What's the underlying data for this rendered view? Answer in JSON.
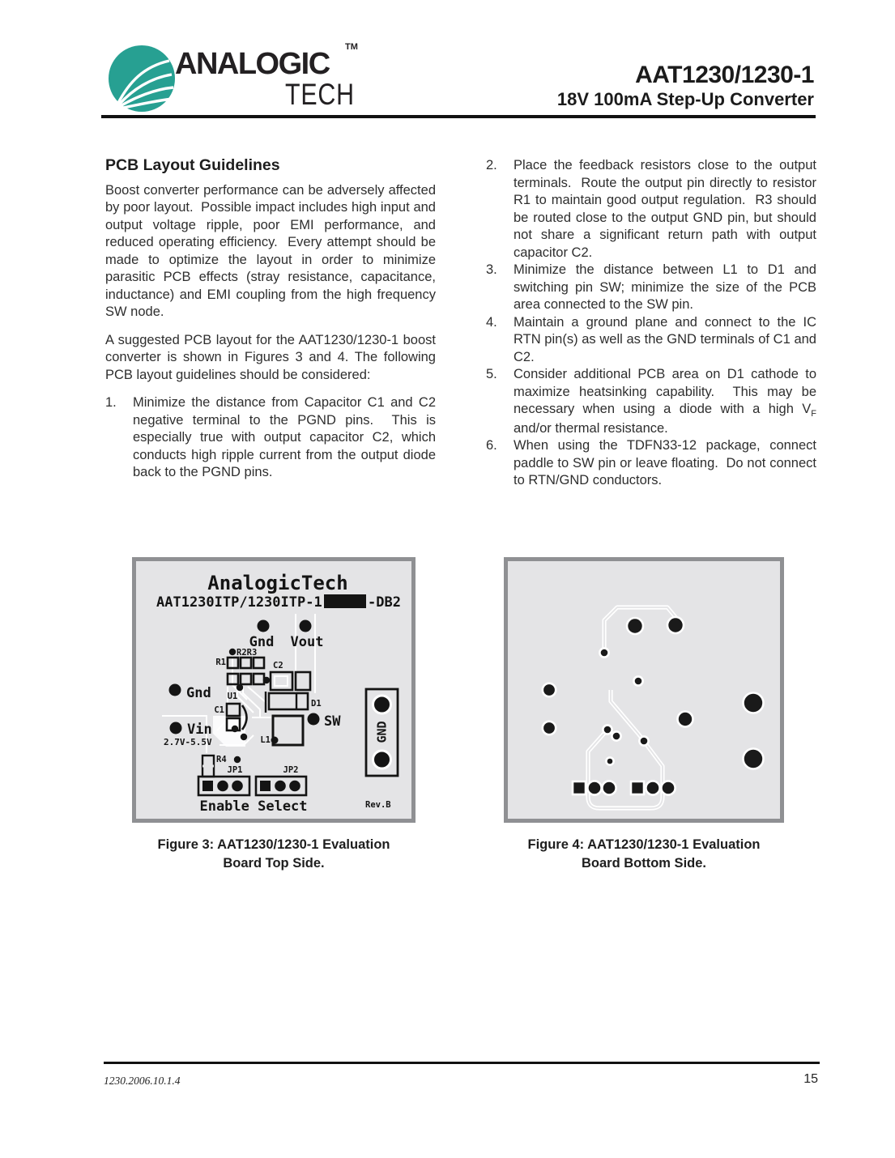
{
  "header": {
    "brand_top": "ANALOGIC",
    "brand_tm": "TM",
    "brand_bottom": "TECH",
    "part_number": "AAT1230/1230-1",
    "subtitle": "18V 100mA Step-Up Converter"
  },
  "left_column": {
    "section_title": "PCB Layout Guidelines",
    "para1": "Boost converter performance can be adversely affected by poor layout.  Possible impact includes high input and output voltage ripple, poor EMI performance, and reduced operating efficiency.  Every attempt should be made to optimize the layout in order to minimize parasitic PCB effects (stray resistance, capacitance, inductance) and EMI coupling from the high frequency SW node.",
    "para2": "A suggested PCB layout for the AAT1230/1230-1 boost converter is shown in Figures 3 and 4. The following PCB layout guidelines should be considered:",
    "item1_num": "1.",
    "item1_text": "Minimize the distance from Capacitor C1 and C2 negative terminal to the PGND pins.  This is especially true with output capacitor C2, which conducts high ripple current from the output diode back to the PGND pins."
  },
  "right_column": {
    "items": [
      {
        "num": "2.",
        "text": "Place the feedback resistors close to the output terminals.  Route the output pin directly to resistor R1 to maintain good output regulation.  R3 should be routed close to the output GND pin, but should not share a significant return path with output capacitor C2."
      },
      {
        "num": "3.",
        "text": "Minimize the distance between L1 to D1 and switching pin SW; minimize the size of the PCB area connected to the SW pin."
      },
      {
        "num": "4.",
        "text": "Maintain a ground plane and connect to the IC RTN pin(s) as well as the GND terminals of C1 and C2."
      }
    ],
    "item5": {
      "num": "5.",
      "text_a": "Consider additional PCB area on D1 cathode to maximize heatsinking capability.  This may be necessary when using a diode with a high V",
      "sub": "F",
      "text_b": " and/or thermal resistance."
    },
    "item6": {
      "num": "6.",
      "text": "When using the TDFN33-12 package, connect paddle to SW pin or leave floating.  Do not connect to RTN/GND conductors."
    }
  },
  "figure3": {
    "silk_title": "AnalogicTech",
    "silk_part": "AAT1230ITP/1230ITP-1",
    "silk_suffix": "-DB2",
    "labels": {
      "gnd_top": "Gnd",
      "vout": "Vout",
      "r1": "R1",
      "r2r3": "R2R3",
      "c2": "C2",
      "u1": "U1",
      "c1": "C1",
      "d1": "D1",
      "l1": "L1",
      "sw": "SW",
      "gnd_left": "Gnd",
      "vin": "Vin",
      "vin_range": "2.7V-5.5V",
      "r4": "R4",
      "jp1": "JP1",
      "jp2": "JP2",
      "enable_select": "Enable Select",
      "gnd_connector": "GND",
      "rev": "Rev.B"
    },
    "caption_line1": "Figure 3: AAT1230/1230-1 Evaluation",
    "caption_line2": "Board Top Side."
  },
  "figure4": {
    "caption_line1": "Figure 4: AAT1230/1230-1 Evaluation",
    "caption_line2": "Board Bottom Side."
  },
  "footer": {
    "doc_code": "1230.2006.10.1.4",
    "page_number": "15"
  },
  "colors": {
    "brand_teal": "#27a092",
    "board_bg": "#e4e4e6",
    "board_border": "#8f9093",
    "ink": "#141414"
  }
}
